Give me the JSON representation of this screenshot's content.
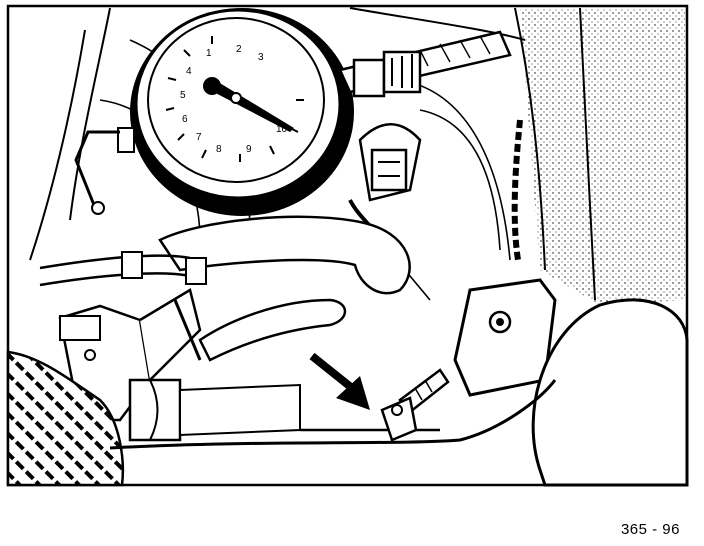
{
  "figure": {
    "number": "365 - 96",
    "gauge_scale": [
      "1",
      "2",
      "3",
      "4",
      "5",
      "6",
      "7",
      "8",
      "9",
      "10"
    ]
  }
}
